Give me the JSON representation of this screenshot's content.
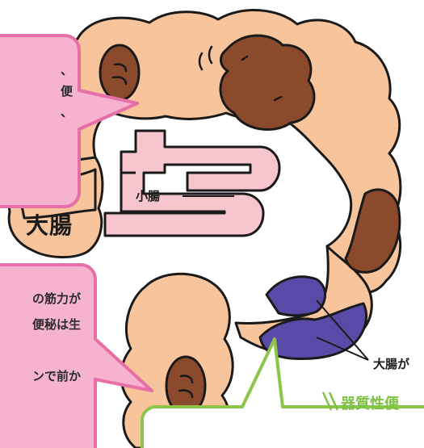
{
  "labels": {
    "large_intestine": "大腸",
    "small_intestine": "小腸",
    "cut_caption": "大腸が",
    "heading": "器質性便"
  },
  "bubbles": {
    "left_lines": [
      "、",
      "便",
      "、"
    ],
    "middle_lines": [
      "の筋力が",
      "便秘は生",
      "",
      "ンで前か"
    ]
  },
  "colors": {
    "intestine": "#f8c49b",
    "small_intestine": "#f7c5cd",
    "stool": "#8b4a2b",
    "blockage": "#5a4aa8",
    "pink_bubble": "#f5b3cf",
    "pink_border": "#e56fa6",
    "green_bubble": "#ffffff",
    "green_border": "#8cc54a",
    "heading_accent": "#7cc146"
  }
}
